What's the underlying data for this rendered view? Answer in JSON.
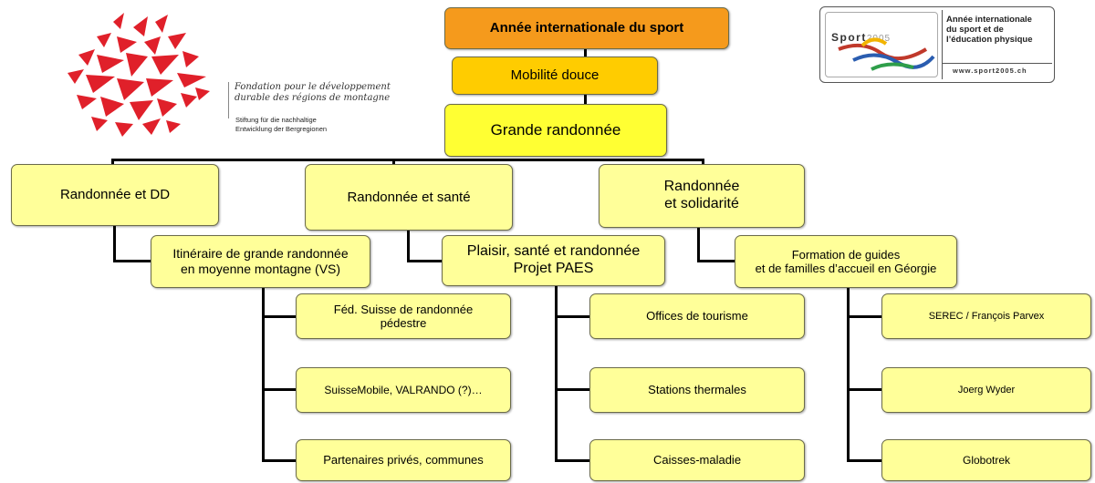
{
  "top": {
    "year_title": "Année internationale du sport",
    "mobility": "Mobilité douce",
    "grande": "Grande randonnée"
  },
  "categories": [
    "Randonnée et DD",
    "Randonnée et santé",
    "Randonnée\net solidarité"
  ],
  "projects": [
    "Itinéraire de grande randonnée\nen moyenne montagne (VS)",
    "Plaisir, santé et randonnée\nProjet PAES",
    "Formation de guides\net de familles d’accueil en Géorgie"
  ],
  "partners": {
    "col1": [
      "Féd. Suisse de randonnée\npédestre",
      "SuisseMobile, VALRANDO (?)…",
      "Partenaires privés, communes"
    ],
    "col2": [
      "Offices de tourisme",
      "Stations thermales",
      "Caisses-maladie"
    ],
    "col3": [
      "SEREC / François Parvex",
      "Joerg Wyder",
      "Globotrek"
    ]
  },
  "logo_left": {
    "signature": "Fondation pour le développement\ndurable des régions de montagne",
    "caption": "Stiftung für die nachhaltige\nEntwicklung der Bergregionen",
    "triangle_color": "#e0202a"
  },
  "logo_right": {
    "sport_word": "Sport",
    "sport_year": "2005",
    "text": "Année internationale\ndu sport et de\nl’éducation physique",
    "url": "www.sport2005.ch"
  },
  "colors": {
    "year_box": "#f59a1c",
    "mobility_box": "#ffcc00",
    "grande_box": "#ffff33",
    "light_box": "#ffff99"
  }
}
